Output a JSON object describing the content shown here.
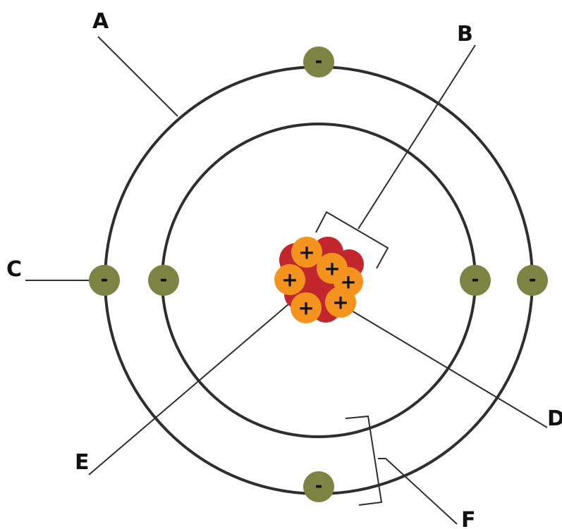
{
  "diagram": {
    "labels": {
      "a": "A",
      "b": "B",
      "c": "C",
      "d": "D",
      "e": "E",
      "f": "F"
    },
    "electron_count": 6,
    "proton_count": 6,
    "neutron_count": 6,
    "electron_sign": "-",
    "proton_sign": "+",
    "colors": {
      "electron": "#7b8442",
      "proton": "#f4931e",
      "neutron": "#c1272d",
      "orbit": "#2e2e2e",
      "line": "#2e2e2e"
    }
  }
}
